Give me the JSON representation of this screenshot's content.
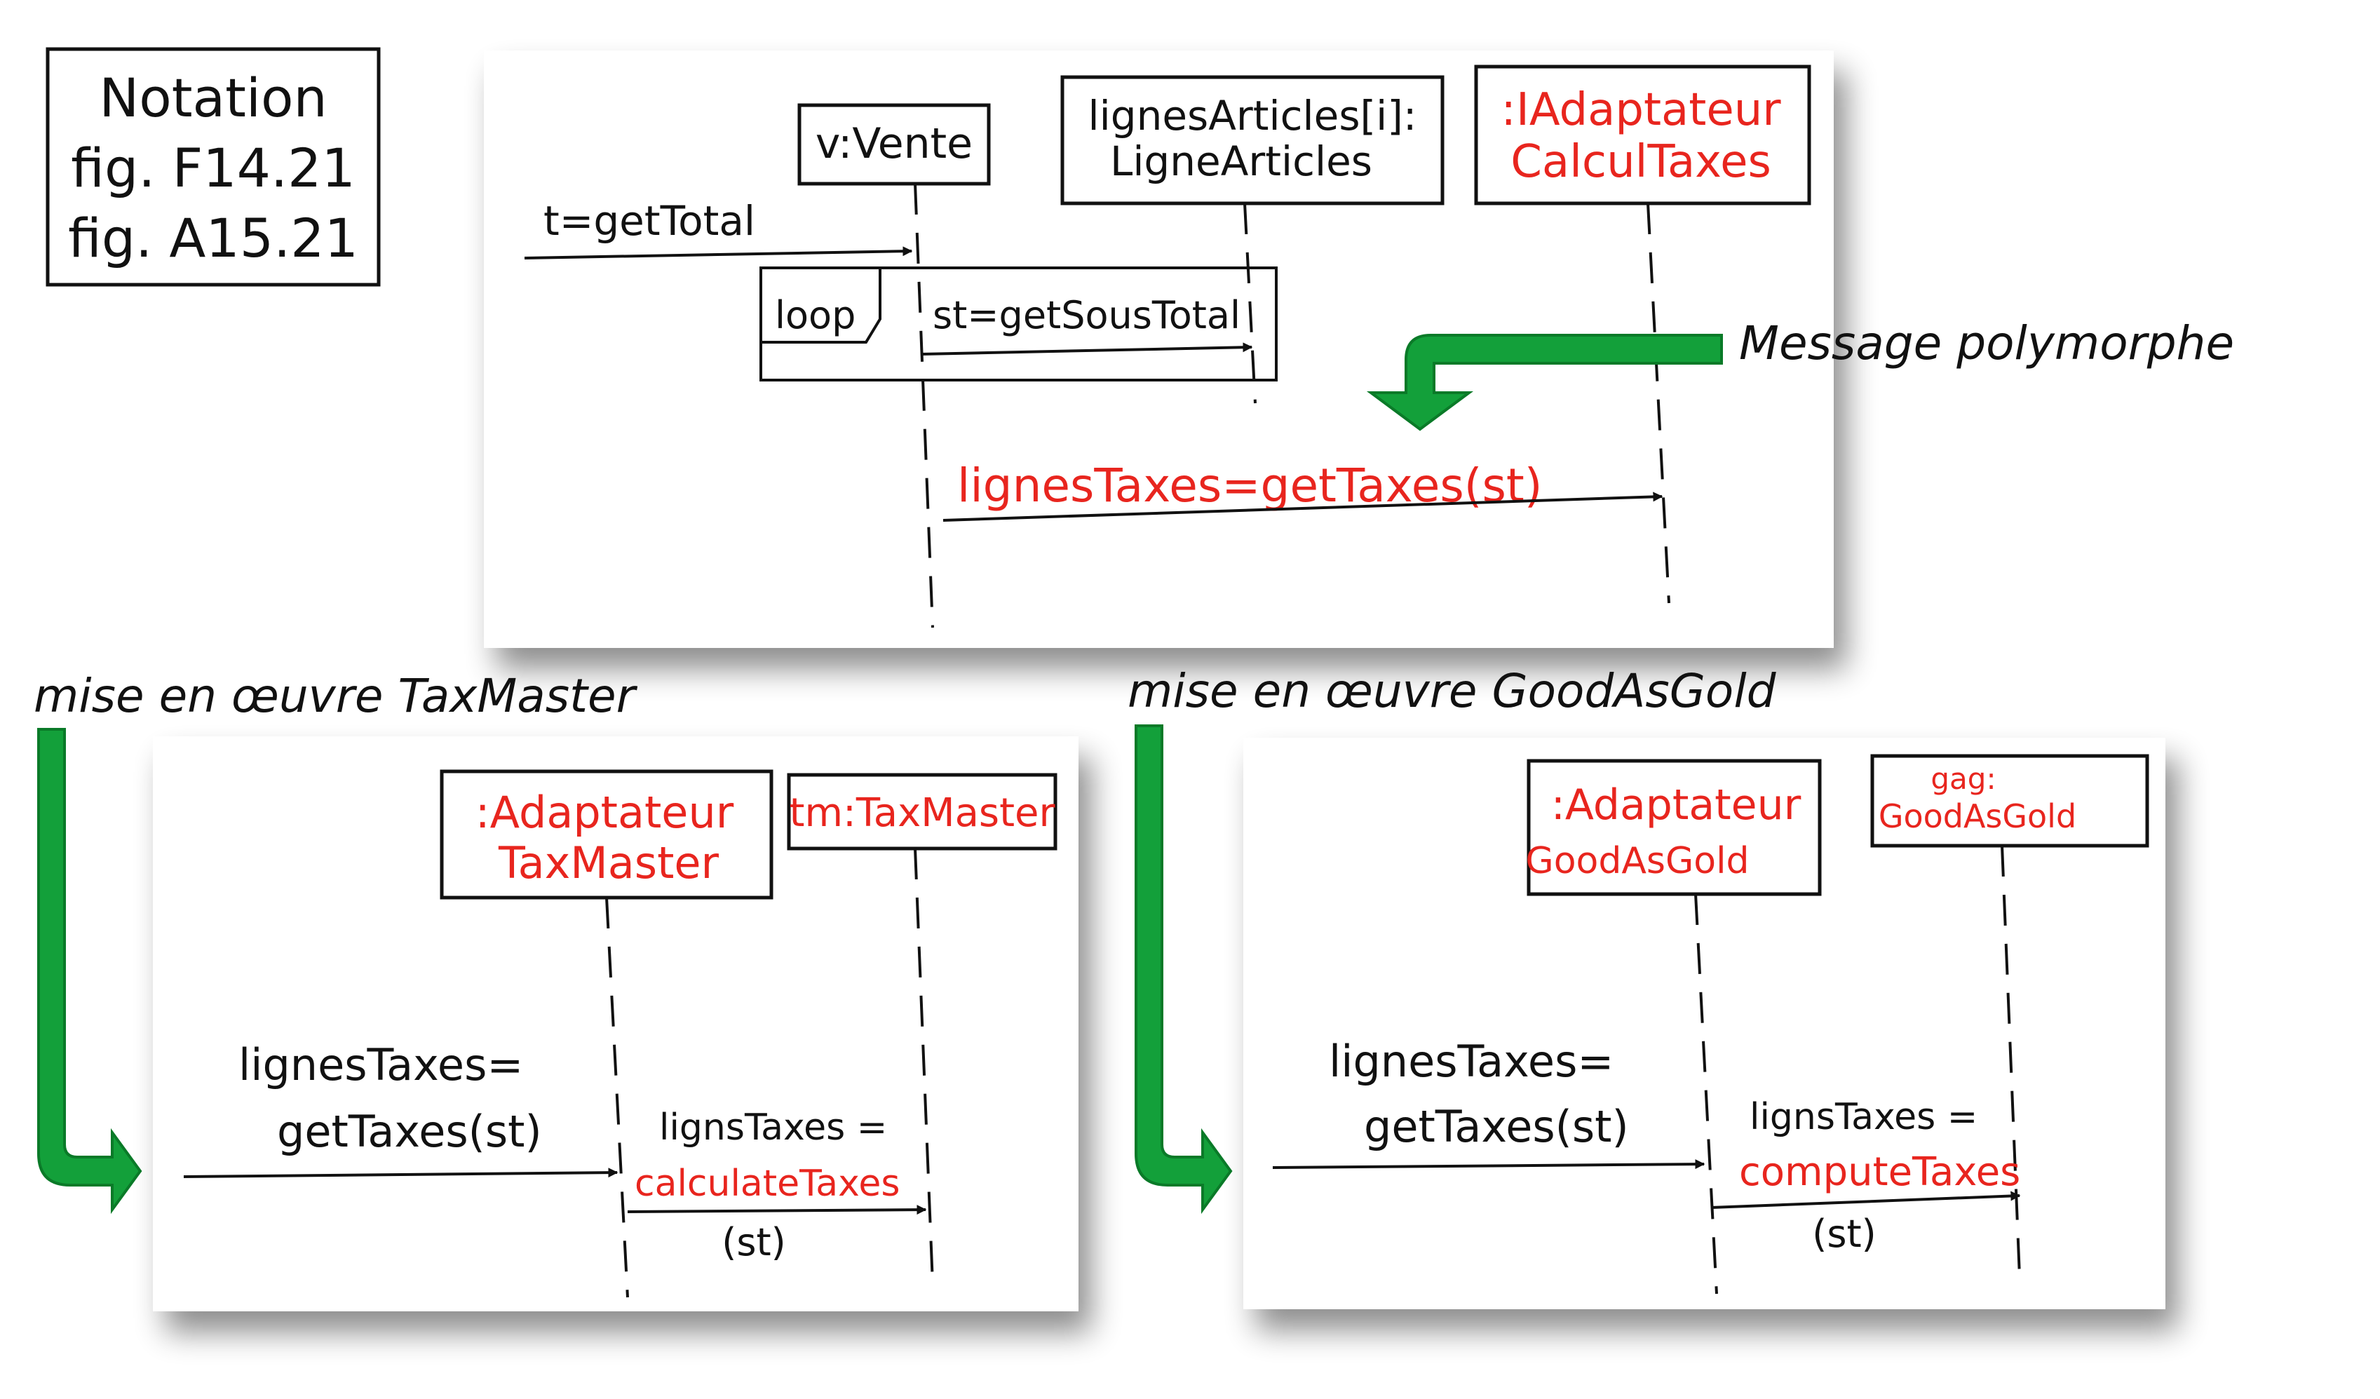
{
  "colors": {
    "ink": "#111111",
    "highlight": "#e8251e",
    "arrow_fill": "#13a03a",
    "arrow_stroke": "#0a7a28",
    "background": "#ffffff"
  },
  "notation_box": {
    "line1": "Notation",
    "line2": "fig. F14.21",
    "line3": "fig. A15.21"
  },
  "top_diagram": {
    "lifeline_vente": "v:Vente",
    "lifeline_lignes_line1": "lignesArticles[i]:",
    "lifeline_lignes_line2": "LigneArticles",
    "lifeline_adapter_line1": ":IAdaptateur",
    "lifeline_adapter_line2": "CalculTaxes",
    "message_total": "t=getTotal",
    "loop_label": "loop",
    "message_soustotal": "st=getSousTotal",
    "message_taxes": "lignesTaxes=getTaxes(st)",
    "callout": "Message polymorphe",
    "callout_arrow_icon": "green-bent-arrow-icon"
  },
  "taxmaster_diagram": {
    "caption": "mise en œuvre TaxMaster",
    "caption_arrow_icon": "green-bent-arrow-icon",
    "lifeline_adapter_line1": ":Adaptateur",
    "lifeline_adapter_line2": "TaxMaster",
    "lifeline_system": "tm:TaxMaster",
    "incoming_line1": "lignesTaxes=",
    "incoming_line2": "getTaxes(st)",
    "outgoing_line1": "lignsTaxes =",
    "outgoing_line2": "calculateTaxes",
    "outgoing_line3": "(st)"
  },
  "goodasgold_diagram": {
    "caption": "mise en œuvre GoodAsGold",
    "caption_arrow_icon": "green-bent-arrow-icon",
    "lifeline_adapter_line1": ":Adaptateur",
    "lifeline_adapter_line2": "GoodAsGold",
    "lifeline_system_line1": "gag:",
    "lifeline_system_line2": "GoodAsGold",
    "incoming_line1": "lignesTaxes=",
    "incoming_line2": "getTaxes(st)",
    "outgoing_line1": "lignsTaxes =",
    "outgoing_line2": "computeTaxes",
    "outgoing_line3": "(st)"
  }
}
